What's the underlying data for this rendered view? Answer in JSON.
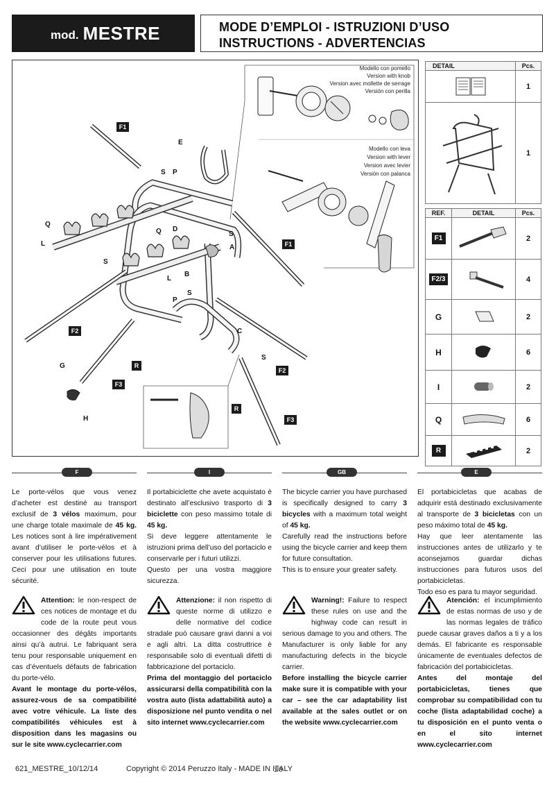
{
  "header": {
    "model_prefix": "mod.",
    "model_name": "MESTRE",
    "title_line1": "MODE D’EMPLOI - ISTRUZIONI D’USO",
    "title_line2": "INSTRUCTIONS - ADVERTENCIAS"
  },
  "diagram": {
    "knob_versions": [
      "Modello con pomello",
      "Version with knob",
      "Version avec mollette de serrage",
      "Versión con perilla"
    ],
    "lever_versions": [
      "Modello con leva",
      "Version with lever",
      "Version avec levier",
      "Versión con palanca"
    ],
    "labels": {
      "F1a": "F1",
      "F1b": "F1",
      "E": "E",
      "S1": "S",
      "P1": "P",
      "Q1": "Q",
      "L1": "L",
      "Q2": "Q",
      "D": "D",
      "S2": "S",
      "A": "A",
      "S3": "S",
      "L2": "L",
      "B": "B",
      "P2": "P",
      "S4": "S",
      "F2a": "F2",
      "C": "C",
      "S5": "S",
      "G": "G",
      "R1": "R",
      "F3a": "F3",
      "H": "H",
      "F2b": "F2",
      "R2": "R",
      "F3b": "F3"
    }
  },
  "parts_top": {
    "header_detail": "DETAIL",
    "header_pcs": "Pcs.",
    "rows": [
      {
        "icon": "manual-booklet-icon",
        "pcs": "1"
      },
      {
        "icon": "bike-carrier-icon",
        "pcs": "1"
      }
    ]
  },
  "parts_ref": {
    "header_ref": "REF.",
    "header_detail": "DETAIL",
    "header_pcs": "Pcs.",
    "rows": [
      {
        "ref": "F1",
        "icon": "strap-buckle-icon",
        "pcs": "2"
      },
      {
        "ref": "F2/3",
        "icon": "strap-hook-icon",
        "pcs": "4"
      },
      {
        "ref": "G",
        "icon": "clip-icon",
        "pcs": "2"
      },
      {
        "ref": "H",
        "icon": "hook-icon",
        "pcs": "6"
      },
      {
        "ref": "I",
        "icon": "end-cap-icon",
        "pcs": "2"
      },
      {
        "ref": "Q",
        "icon": "rubber-strap-icon",
        "pcs": "6"
      },
      {
        "ref": "R",
        "icon": "pad-icon",
        "pcs": "2"
      }
    ]
  },
  "languages": [
    "F",
    "I",
    "GB",
    "E"
  ],
  "fr": {
    "intro_1": "Le porte-vélos que vous venez d’acheter est destiné au transport exclusif de ",
    "intro_b1": "3 vélos",
    "intro_2": " maximum, pour une charge totale maximale de ",
    "intro_b2": "45 kg.",
    "intro_3": " Les notices sont à lire impérativement avant d’utiliser le porte-vélos et à conserver pour les utilisations futures. Ceci pour une utilisation en toute sécurité.",
    "warn_label": "Attention:",
    "warn_text": " le non-respect de ces notices de montage et du code de la route peut vous occasionner des dégâts importants ainsi qu’à autrui. Le fabriquant sera tenu pour responsable uniquement en cas d’éventuels défauts de fabrication du porte-vélo.",
    "warn_bold": "Avant le montage du porte-vélos, assurez-vous de sa compatibilité avec votre véhicule. La liste des compatibilités véhicules est à disposition dans les magasins ou sur le site www.cyclecarrier.com"
  },
  "it": {
    "intro_1": "Il portabiciclette che avete acquistato è destinato all’esclusivo trasporto di ",
    "intro_b1": "3 biciclette",
    "intro_2": " con peso massimo totale di ",
    "intro_b2": "45 kg.",
    "intro_3": "Si deve leggere attentamente le istruzioni prima dell’uso del portaciclo e conservarle per i futuri utilizzi.",
    "intro_4": "Questo per una vostra maggiore sicurezza.",
    "warn_label": "Attenzione:",
    "warn_text": " il non rispetto di queste norme di utilizzo e delle normative del codice stradale può causare gravi danni a voi e agli altri. La ditta costruttrice è responsabile solo di eventuali difetti di fabbricazione del portaciclo.",
    "warn_bold": "Prima del montaggio del portaciclo assicurarsi della compatibilità con la vostra auto (lista adattabilità auto) a disposizione nel punto vendita o nel sito internet www.cyclecarrier.com"
  },
  "gb": {
    "intro_1": "The bicycle carrier you have purchased is specifically designed to carry ",
    "intro_b1": "3 bicycles",
    "intro_2": " with a maximum total weight of ",
    "intro_b2": "45 kg.",
    "intro_3": "Carefully read the instructions before using the bicycle carrier and keep them for future consultation.",
    "intro_4": "This is to ensure your greater safety.",
    "warn_label": "Warning!:",
    "warn_text": " Failure to respect these rules on use and the highway code can result in serious damage to you and others. The Manufacturer is only liable for any manufacturing defects in the bicycle carrier.",
    "warn_bold": "Before installing the bicycle carrier make sure it is compatible with your car – see the car adaptability list available at the sales outlet or on the website www.cyclecarrier.com"
  },
  "es": {
    "intro_1": "El portabicicletas que acabas de adquirir está destinado exclusivamente al transporte de ",
    "intro_b1": "3 bicicletas",
    "intro_2": " con un peso máximo total de ",
    "intro_b2": "45 kg.",
    "intro_3": "Hay que leer atentamente las instrucciones antes de utilizarlo y te aconsejamos guardar dichas instrucciones para futuros usos del portabicicletas.",
    "intro_4": "Todo eso es para tu mayor seguridad.",
    "warn_label": "Atención:",
    "warn_text": " el incumplimiento de estas normas de uso y de las normas legales de tráfico puede causar graves daños a ti y a los demás. El fabricante es responsable únicamente de eventuales defectos de fabricación del portabicicletas.",
    "warn_bold": "Antes del montaje del portabicicletas, tienes que comprobar su compatibilidad con tu coche (lista adaptabilidad coche) a tu disposición en el punto venta o en el sito internet www.cyclecarrier.com"
  },
  "footer": {
    "code": "621_MESTRE_10/12/14",
    "copyright": "Copyright © 2014 Peruzzo Italy - MADE IN ITALY",
    "page": "1/8"
  }
}
